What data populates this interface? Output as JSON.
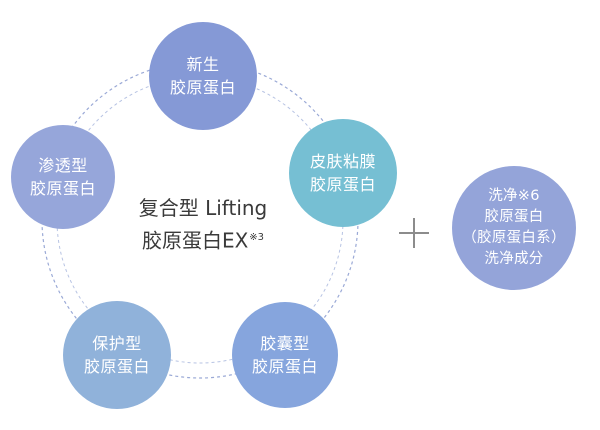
{
  "diagram": {
    "center": {
      "line1": "复合型 Lifting",
      "line2": "胶原蛋白EX",
      "note": "※3"
    },
    "nodes": [
      {
        "line1": "新生",
        "line2": "胶原蛋白"
      },
      {
        "line1": "皮肤粘膜",
        "line2": "胶原蛋白"
      },
      {
        "line1": "胶囊型",
        "line2": "胶原蛋白"
      },
      {
        "line1": "保护型",
        "line2": "胶原蛋白"
      },
      {
        "line1": "渗透型",
        "line2": "胶原蛋白"
      }
    ],
    "plus_symbol": "+",
    "extra": {
      "line1": "洗净※6",
      "line2": "胶原蛋白",
      "line3": "（胶原蛋白系）",
      "line4": "洗净成分"
    },
    "colors": {
      "node_new": "#8599d6",
      "node_mucosa": "#76bfd3",
      "node_capsule": "#86a5dd",
      "node_protect": "#90b2da",
      "node_penetrate": "#96a6da",
      "node_extra": "#94a4d9",
      "ring": "#9aa9d6",
      "text_center": "#3a3a3a"
    }
  }
}
